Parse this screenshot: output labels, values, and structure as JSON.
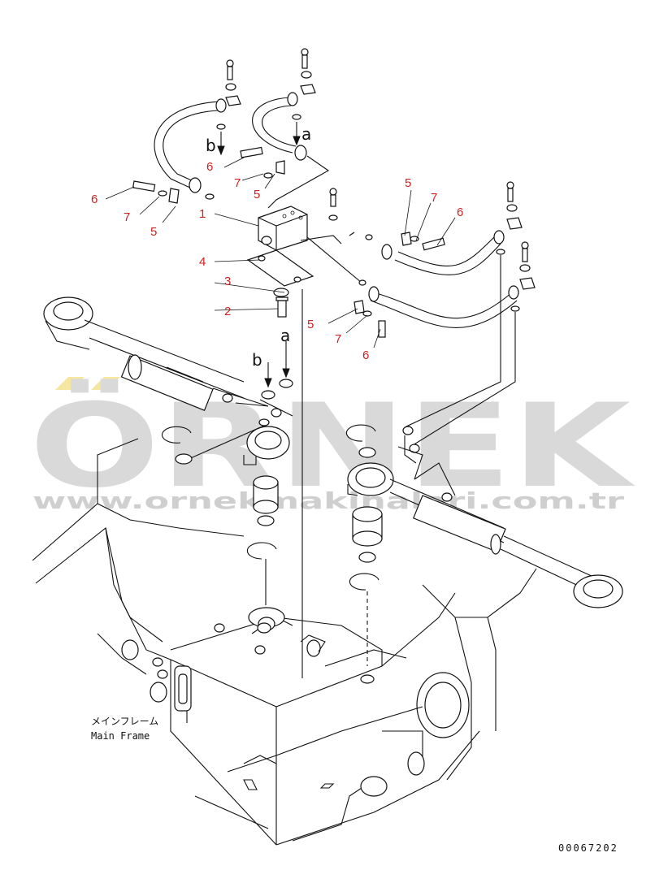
{
  "callouts": {
    "c1": "1",
    "c2": "2",
    "c3": "3",
    "c4": "4",
    "c5a": "5",
    "c5b": "5",
    "c5c": "5",
    "c5d": "5",
    "c6a": "6",
    "c6b": "6",
    "c6c": "6",
    "c6d": "6",
    "c7a": "7",
    "c7b": "7",
    "c7c": "7",
    "c7d": "7"
  },
  "flow_marks": {
    "a_top": "a",
    "b_top": "b",
    "a_bottom": "a",
    "b_bottom": "b"
  },
  "frame_label": {
    "jp": "メインフレーム",
    "en": "Main Frame"
  },
  "drawing_number": "00067202",
  "watermark": {
    "brand": "ÖRNEK",
    "url": "www.ornekmakinalari.com.tr"
  },
  "colors": {
    "callout": "#cc2222",
    "line": "#111111",
    "watermark": "#d9d9d9",
    "accent": "#f5e6a0"
  }
}
